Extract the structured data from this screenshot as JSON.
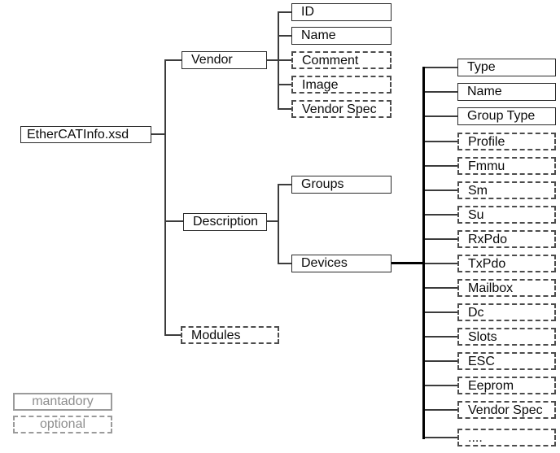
{
  "diagram": {
    "root": {
      "label": "EtherCATInfo.xsd",
      "optional": false
    },
    "level1": [
      {
        "label": "Vendor",
        "optional": false
      },
      {
        "label": "Description",
        "optional": false
      },
      {
        "label": "Modules",
        "optional": true
      }
    ],
    "vendor_children": [
      {
        "label": "ID",
        "optional": false
      },
      {
        "label": "Name",
        "optional": false
      },
      {
        "label": "Comment",
        "optional": true
      },
      {
        "label": "Image",
        "optional": true
      },
      {
        "label": "Vendor Spec",
        "optional": true
      }
    ],
    "description_children": [
      {
        "label": "Groups",
        "optional": false
      },
      {
        "label": "Devices",
        "optional": false
      }
    ],
    "devices_children": [
      {
        "label": "Type",
        "optional": false
      },
      {
        "label": "Name",
        "optional": false
      },
      {
        "label": "Group Type",
        "optional": false
      },
      {
        "label": "Profile",
        "optional": true
      },
      {
        "label": "Fmmu",
        "optional": true
      },
      {
        "label": "Sm",
        "optional": true
      },
      {
        "label": "Su",
        "optional": true
      },
      {
        "label": "RxPdo",
        "optional": true
      },
      {
        "label": "TxPdo",
        "optional": true
      },
      {
        "label": "Mailbox",
        "optional": true
      },
      {
        "label": "Dc",
        "optional": true
      },
      {
        "label": "Slots",
        "optional": true
      },
      {
        "label": "ESC",
        "optional": true
      },
      {
        "label": "Eeprom",
        "optional": true
      },
      {
        "label": "Vendor Spec",
        "optional": true
      },
      {
        "label": "....",
        "optional": true
      }
    ],
    "legend": {
      "mandatory_label": "mantadory",
      "optional_label": "optional"
    },
    "colors": {
      "background": "#ffffff",
      "text": "#0a0a0a",
      "solid_border": "#2a2a2a",
      "dashed_border": "#4c4c4c",
      "connector": "#3c3c3c",
      "thick_connector": "#000000",
      "legend_gray": "#8e8e8e"
    }
  }
}
